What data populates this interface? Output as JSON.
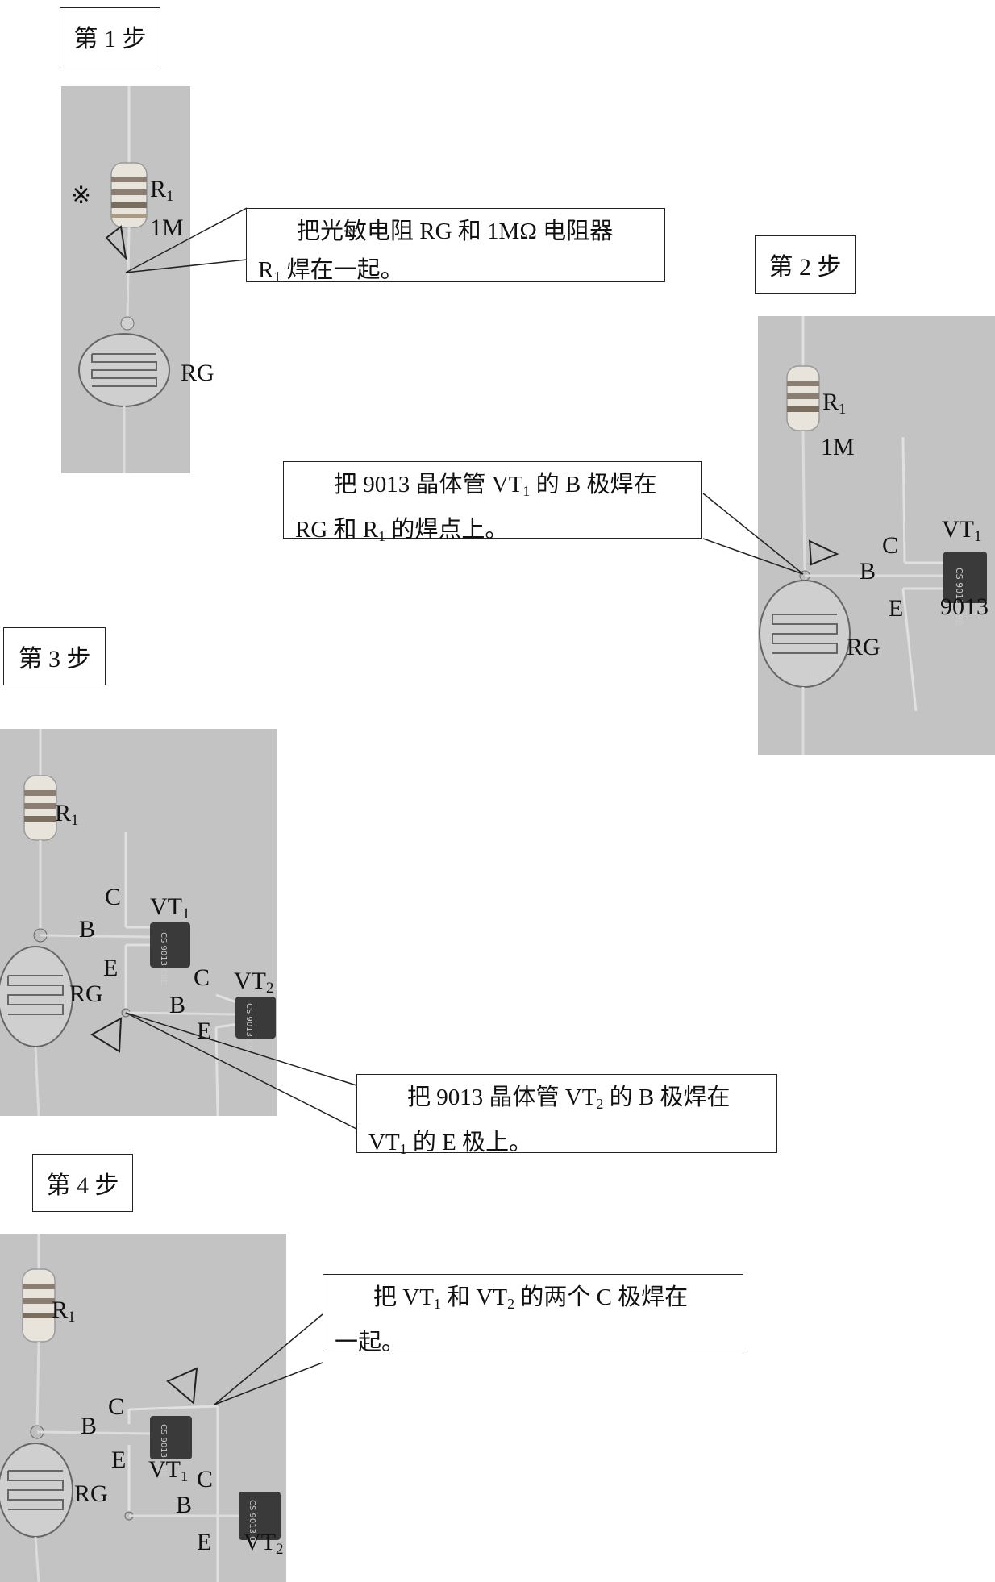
{
  "steps": {
    "s1": "第 1 步",
    "s2": "第 2 步",
    "s3": "第 3 步",
    "s4": "第 4 步"
  },
  "callouts": {
    "c1": {
      "l1a": "把光敏电阻 RG 和 1MΩ 电阻器",
      "l2a": "R",
      "l2sub": "1",
      "l2b": " 焊在一起。"
    },
    "c2": {
      "l1a": "把 9013 晶体管 VT",
      "l1sub": "1",
      "l1b": " 的 B 极焊在",
      "l2a": "RG 和 R",
      "l2sub": "1",
      "l2b": " 的焊点上。"
    },
    "c3": {
      "l1a": "把 9013 晶体管 VT",
      "l1sub": "2",
      "l1b": " 的 B 极焊在",
      "l2a": "VT",
      "l2sub": "1",
      "l2b": " 的 E 极上。"
    },
    "c4": {
      "l1a": "把 VT",
      "l1sub1": "1",
      "l1b": " 和 VT",
      "l1sub2": "2",
      "l1c": " 的两个 C 极焊在",
      "l2a": "一起。"
    }
  },
  "labels": {
    "mark": "※",
    "R": "R",
    "one": "1",
    "two": "2",
    "M1": "1M",
    "RG": "RG",
    "VT": "VT",
    "B": "B",
    "C": "C",
    "E": "E",
    "n9013": "9013",
    "chip_cs": "CS",
    "chip_num": "9013",
    "chip_cbe": "CBE"
  },
  "colors": {
    "photo_bg": "#c3c3c3",
    "metal": "#d8d8d8",
    "dark": "#333333"
  }
}
